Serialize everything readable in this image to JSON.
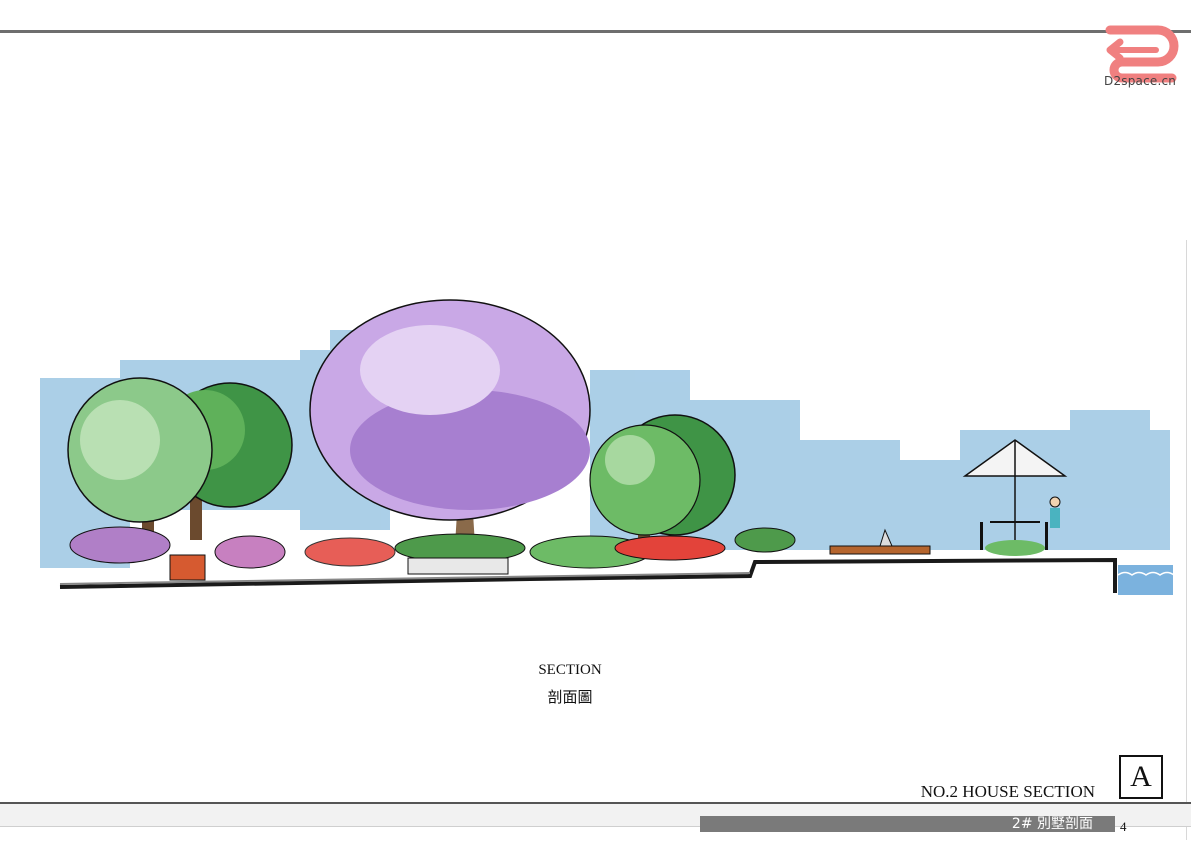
{
  "logo": {
    "text": "D2space.cn",
    "icon": "d2-arrows-logo-icon",
    "color": "#f08080"
  },
  "drawing": {
    "icon": "landscape-section-sketch",
    "colors": {
      "sky": "#8fbfe0",
      "tree_green": "#5aa552",
      "tree_purple": "#a77fd0",
      "flowers": "#e3433a",
      "water": "#5a9fd6"
    }
  },
  "caption": {
    "english": "SECTION",
    "chinese": "剖面圖"
  },
  "sheet": {
    "title": "NO.2 HOUSE SECTION",
    "letter": "A",
    "bar_text": "2# 別墅剖面",
    "page": "4"
  }
}
